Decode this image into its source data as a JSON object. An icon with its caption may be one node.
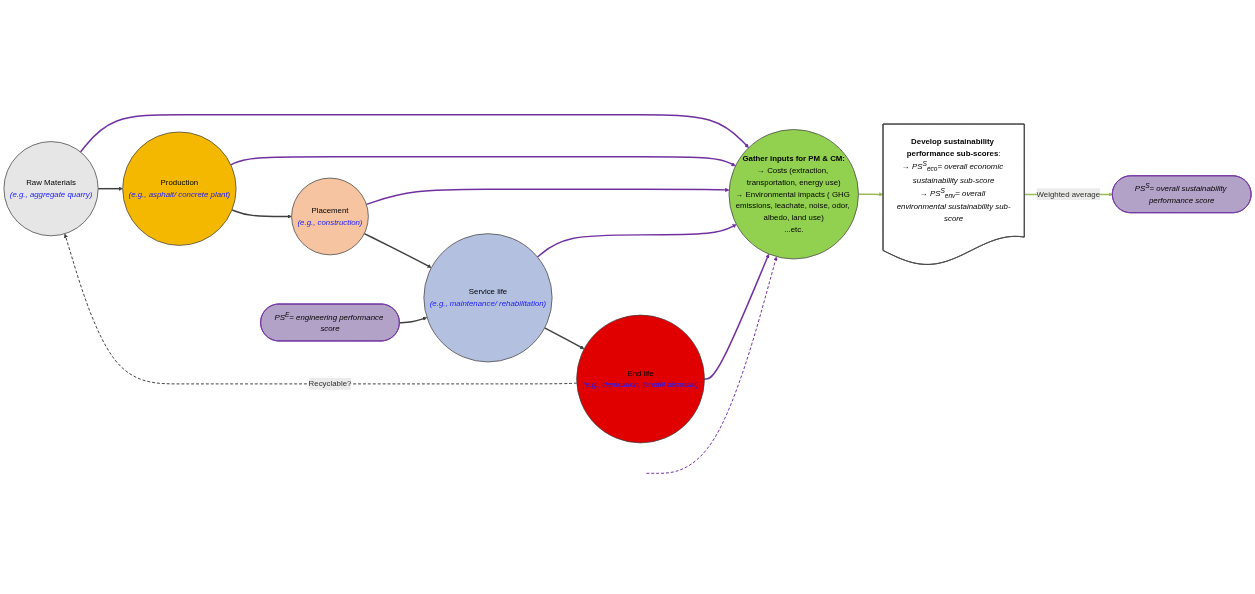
{
  "diagram": {
    "nodes": [
      {
        "text": [
          "Raw Materials",
          "(e.g., aggregate quarry)"
        ]
      },
      {
        "text": [
          "Production",
          "(e.g., asphalt/ concrete plant)"
        ]
      },
      {
        "text": [
          "Placement",
          "(e.g., construction)"
        ]
      },
      {
        "text": [
          "Service life",
          "(e.g., maintenance/ rehabilitation)"
        ]
      },
      {
        "text": [
          "End life",
          "(e.g., demolition, landfill disposal)"
        ]
      },
      {
        "text": [
          "**Gather inputs for PM & CM:**",
          "→ Costs (extraction, transportation, energy use)",
          "→ Environmental impacts ( GHG emissions, leachate, noise, odor, albedo, land use)",
          "...etc."
        ]
      },
      {
        "text": [
          "PS$^{E}$= engineering performance score"
        ]
      },
      {
        "text": [
          "**Develop sustainability performance sub-scores**:",
          "→ PS$^{S}$$_{eco}$= overall economic sustainability sub-score",
          "→ PS$^{S}$$_{env}$= overall environmental sustainability sub-score"
        ]
      },
      {
        "text": [
          "PS$^{S}$= overall sustainability performance score"
        ]
      }
    ],
    "edges": [
      {
        "from": 0,
        "to": 1,
        "arrow": "to",
        "color": "#404040"
      },
      {
        "from": 1,
        "to": 2,
        "arrow": "to",
        "color": "#404040"
      },
      {
        "from": 2,
        "to": 3,
        "arrow": "to",
        "color": "#404040"
      },
      {
        "from": 3,
        "to": 4,
        "arrow": "to",
        "color": "#404040"
      },
      {
        "from": 4,
        "to": 0,
        "arrow": "to",
        "style": "dashed",
        "color": "#404040",
        "label": "Recyclable?"
      },
      {
        "from": 0,
        "to": 5,
        "arrow": "to",
        "color": "#7030a0"
      },
      {
        "from": 1,
        "to": 5,
        "arrow": "to",
        "color": "#7030a0"
      },
      {
        "from": 2,
        "to": 5,
        "arrow": "to",
        "color": "#7030a0"
      },
      {
        "from": 3,
        "to": 5,
        "arrow": "to",
        "color": "#7030a0"
      },
      {
        "from": 4,
        "to": 5,
        "arrow": "to",
        "color": "#7030a0"
      },
      {
        "from": null,
        "to": 5,
        "arrow": "to",
        "style": "dashed",
        "color": "#7030a0"
      },
      {
        "from": 6,
        "to": 3,
        "arrow": "to",
        "color": "#404040"
      },
      {
        "from": 5,
        "to": 7,
        "arrow": "to",
        "color": "#9bbb59"
      },
      {
        "from": 7,
        "to": 8,
        "arrow": "to",
        "color": "#9bbb59",
        "label": "Weighted average"
      }
    ]
  }
}
